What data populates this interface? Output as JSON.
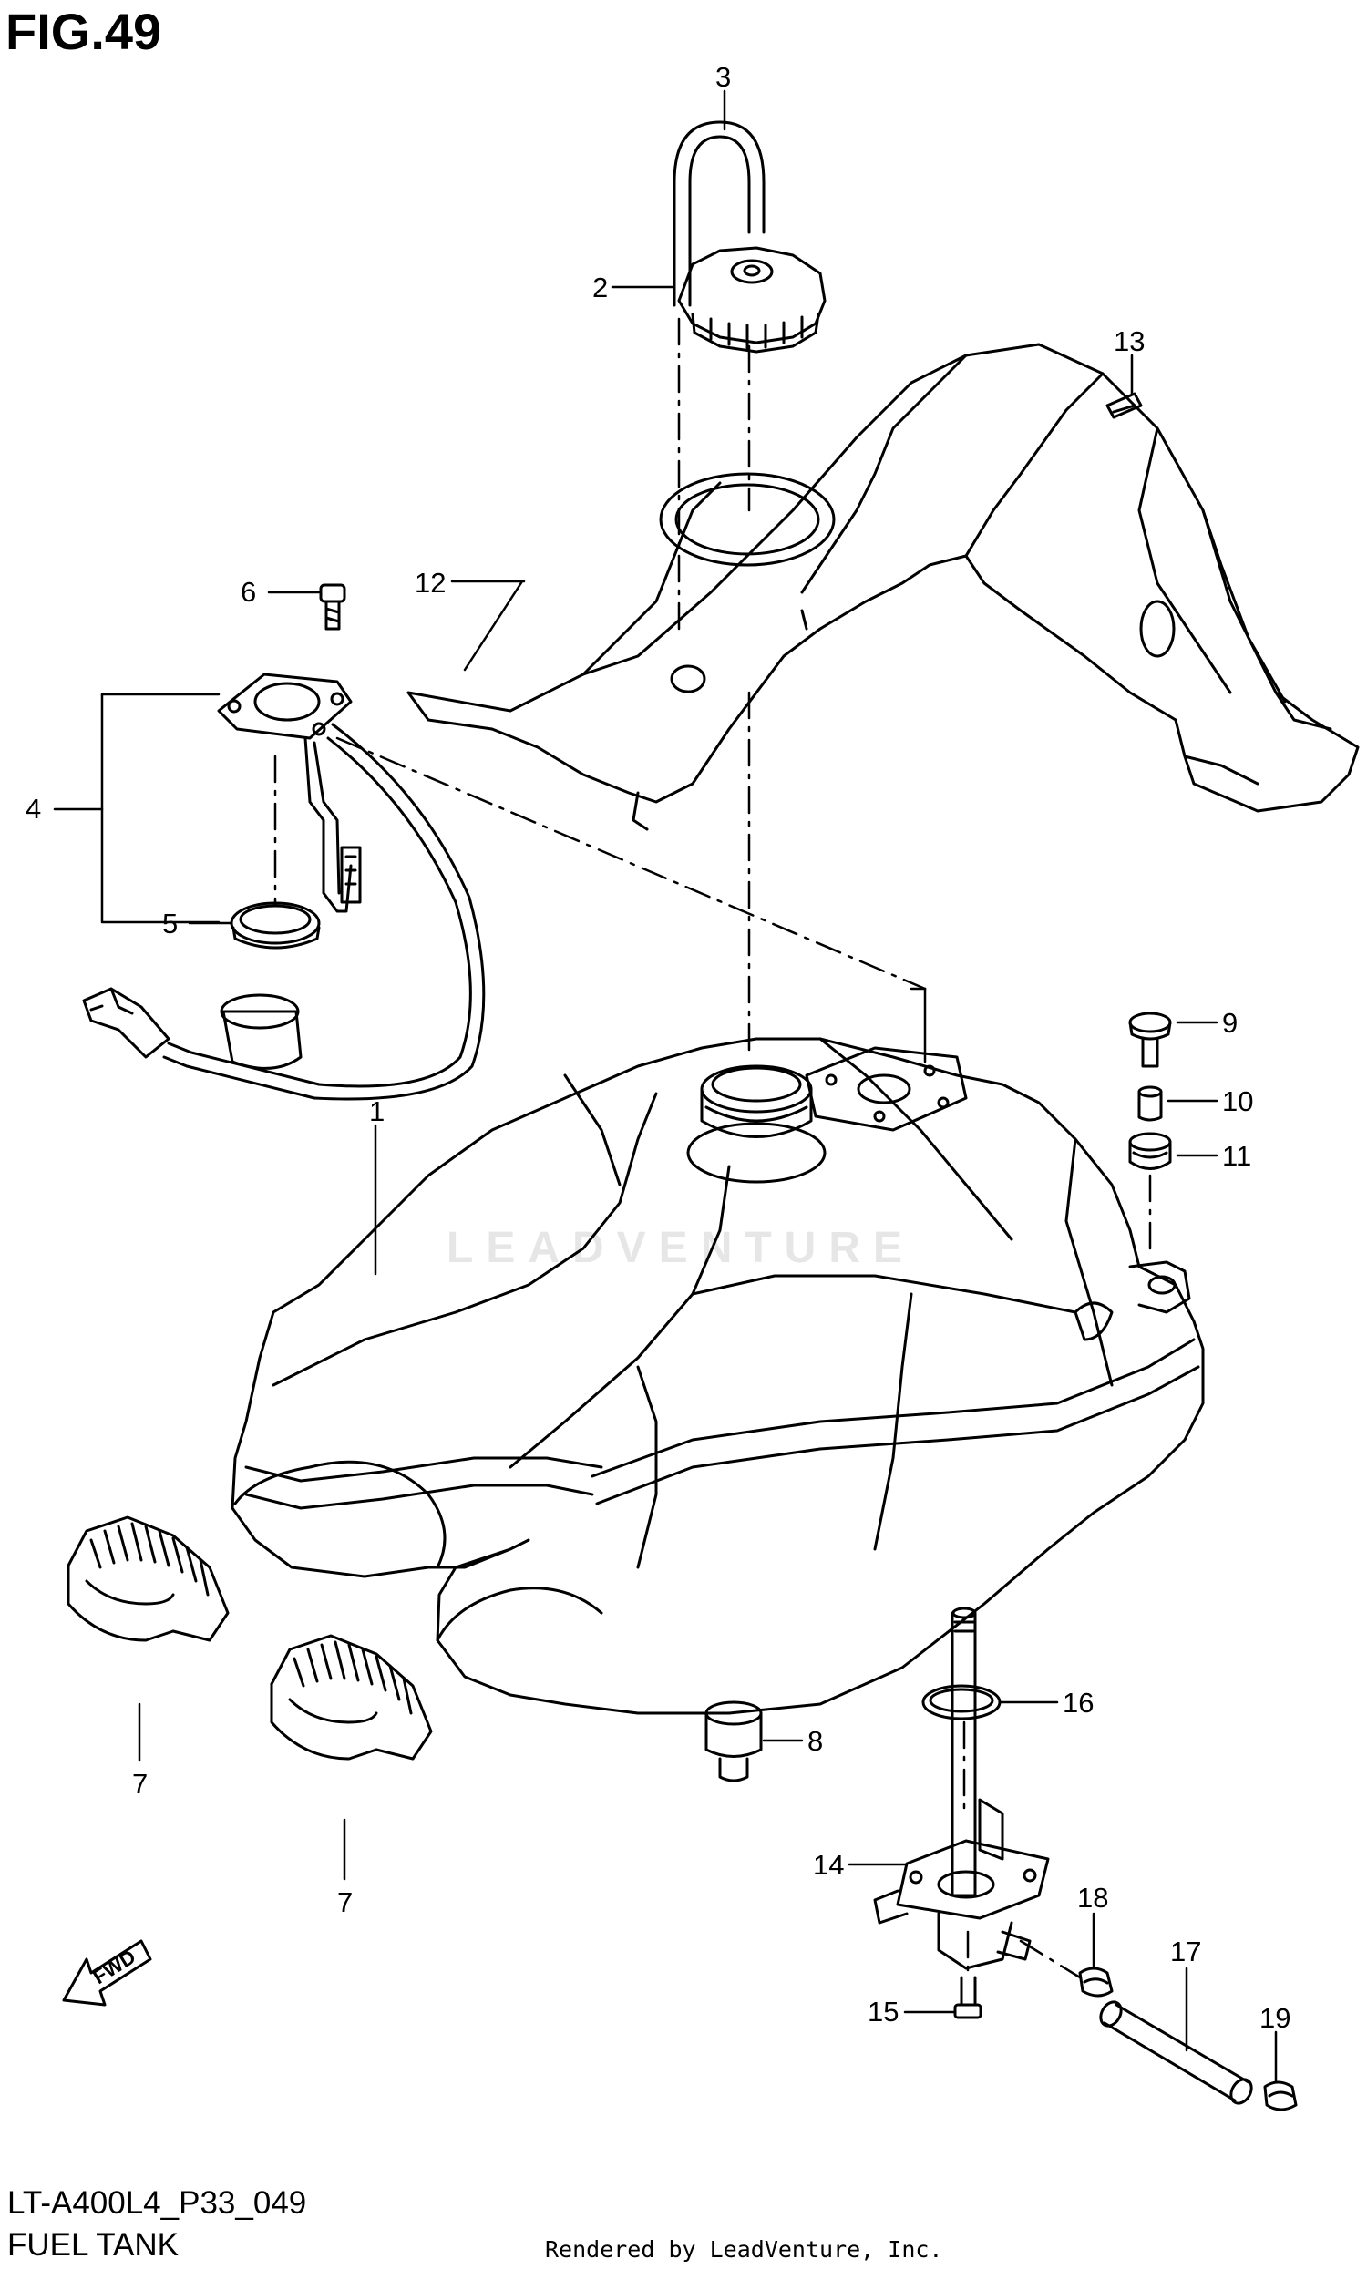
{
  "header": {
    "figure_label": "FIG.49"
  },
  "footer": {
    "model_code": "LT-A400L4_P33_049",
    "section_name": "FUEL TANK",
    "credit": "Rendered by LeadVenture, Inc."
  },
  "watermark": "LEADVENTURE",
  "callouts": [
    "1",
    "2",
    "3",
    "4",
    "5",
    "6",
    "7",
    "7",
    "8",
    "9",
    "10",
    "11",
    "12",
    "13",
    "14",
    "15",
    "16",
    "17",
    "18",
    "19"
  ],
  "fwd_label": "FWD",
  "colors": {
    "line": "#000000",
    "background": "#ffffff",
    "watermark": "#e6e6e6"
  }
}
